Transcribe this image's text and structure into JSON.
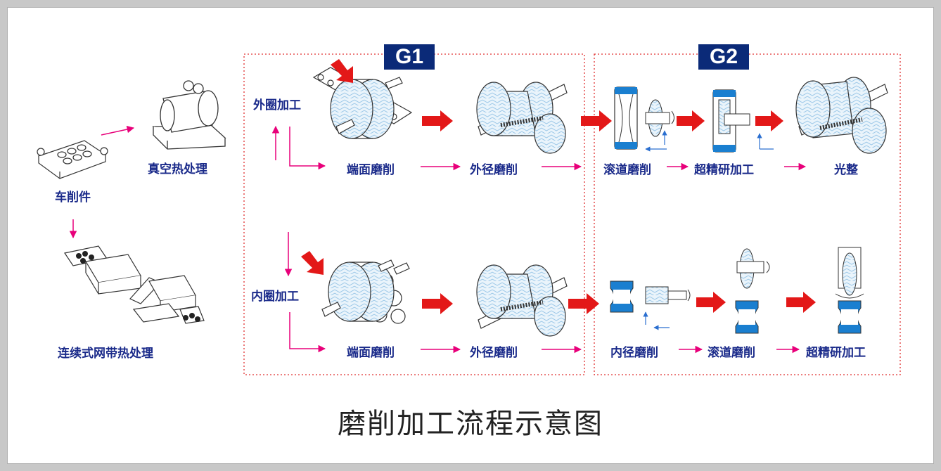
{
  "title": "磨削加工流程示意图",
  "badges": {
    "g1": "G1",
    "g2": "G2"
  },
  "labels": {
    "turned_part": "车削件",
    "vacuum_heat": "真空热处理",
    "continuous_heat": "连续式网带热处理",
    "outer_ring": "外圈加工",
    "inner_ring": "内圈加工",
    "g1_outer_face": "端面磨削",
    "g1_outer_od": "外径磨削",
    "g1_inner_face": "端面磨削",
    "g1_inner_od": "外径磨削",
    "g2_outer_raceway": "滚道磨削",
    "g2_outer_superfinish": "超精研加工",
    "g2_outer_polish": "光整",
    "g2_inner_bore": "内径磨削",
    "g2_inner_raceway": "滚道磨削",
    "g2_inner_superfinish": "超精研加工"
  },
  "colors": {
    "flow_arrow": "#e8007a",
    "big_arrow": "#e31818",
    "label": "#1a2a8a",
    "badge": "#0b2a78",
    "ring": "#1a7fd0",
    "dotted": "#e03030"
  }
}
